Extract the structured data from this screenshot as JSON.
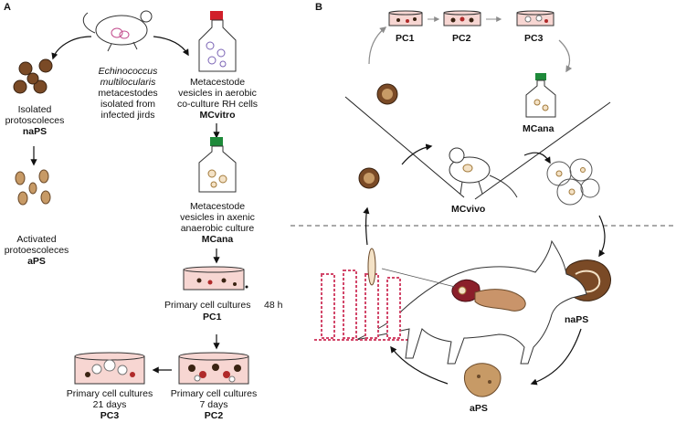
{
  "panel_a": {
    "letter": "A",
    "species_line1": "Echinococcus",
    "species_line2": "multilocularis",
    "species_line3": "metacestodes",
    "species_line4": "isolated from",
    "species_line5": "infected jirds",
    "mcvitro_line1": "Metacestode",
    "mcvitro_line2": "vesicles in aerobic",
    "mcvitro_line3": "co-culture RH cells",
    "mcvitro_code": "MCvitro",
    "naps_line1": "Isolated",
    "naps_line2": "protoscoleces",
    "naps_code": "naPS",
    "aps_line1": "Activated",
    "aps_line2": "protoescoleces",
    "aps_code": "aPS",
    "mcana_line1": "Metacestode",
    "mcana_line2": "vesicles in axenic",
    "mcana_line3": "anaerobic culture",
    "mcana_code": "MCana",
    "pc1_line1": "Primary cell cultures",
    "pc1_time": "48 h",
    "pc1_code": "PC1",
    "pc2_line1": "Primary cell cultures",
    "pc2_line2": "7 days",
    "pc2_code": "PC2",
    "pc3_line1": "Primary cell cultures",
    "pc3_line2": "21 days",
    "pc3_code": "PC3"
  },
  "panel_b": {
    "letter": "B",
    "pc1": "PC1",
    "pc2": "PC2",
    "pc3": "PC3",
    "mcana": "MCana",
    "mcvivo": "MCvivo",
    "naps": "naPS",
    "aps": "aPS"
  },
  "colors": {
    "dish_pink": "#f7d6d2",
    "dish_rim": "#e9a9a3",
    "cap_red": "#d11f2a",
    "cap_green": "#1e8a3a",
    "protoscolex_brown": "#7a4a26",
    "aps_tan": "#c79a66",
    "liver_red": "#8b1f2a",
    "intestine_tan": "#c9946a",
    "villus_pink": "#d2476a",
    "arrow_grey": "#8c8c8c",
    "ink": "#111111"
  }
}
